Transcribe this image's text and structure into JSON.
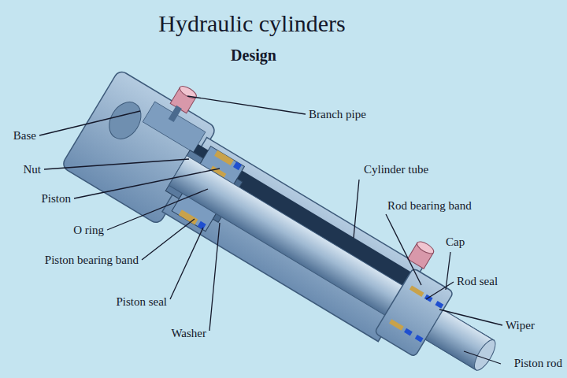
{
  "diagram": {
    "title": "Hydraulic cylinders",
    "labels": [
      "Design",
      "Branch pipe",
      "Base",
      "Nut",
      "Piston",
      "O ring",
      "Piston bearing band",
      "Piston seal",
      "Washer",
      "Cylinder tube",
      "Rod bearing band",
      "Cap",
      "Rod seal",
      "Wiper",
      "Piston rod"
    ]
  }
}
